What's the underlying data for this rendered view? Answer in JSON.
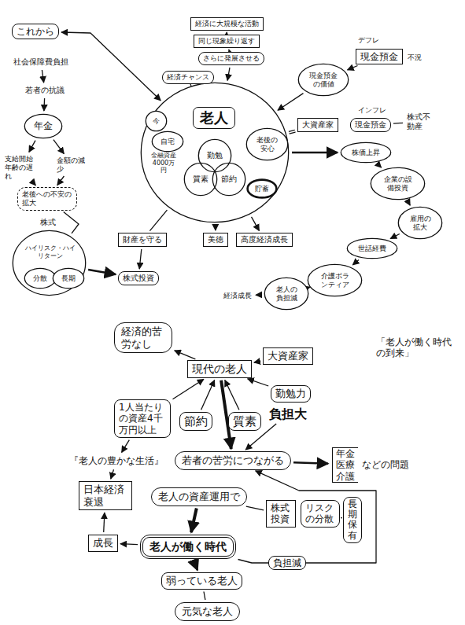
{
  "diagram": {
    "nodes": [
      {
        "text": [
          "これから"
        ]
      },
      {
        "text": [
          "社会保障費負担"
        ]
      },
      {
        "text": [
          "若者の抗議"
        ]
      },
      {
        "text": [
          "年金"
        ]
      },
      {
        "text": [
          "支給開始年齢の遅れ"
        ]
      },
      {
        "text": [
          "金額の減少"
        ]
      },
      {
        "text": [
          "老後への不安の拡大"
        ]
      },
      {
        "text": [
          "株式"
        ]
      },
      {
        "text": [
          "ハイリスク・ハイリターン"
        ],
        "in": 7
      },
      {
        "text": [
          "分散"
        ],
        "in": 7
      },
      {
        "text": [
          "長期"
        ],
        "in": 7
      },
      {
        "text": [
          "株式投資"
        ]
      },
      {
        "text": [
          "財産を守る"
        ]
      },
      {
        "text": [
          "老人"
        ]
      },
      {
        "text": [
          "自宅"
        ],
        "in": 13
      },
      {
        "text": [
          "金融資産4000万円"
        ],
        "in": 13
      },
      {
        "text": [
          "勤勉"
        ],
        "in": 13
      },
      {
        "text": [
          "質素"
        ],
        "in": 13
      },
      {
        "text": [
          "節約"
        ],
        "in": 13
      },
      {
        "text": [
          "貯蓄"
        ],
        "in": 13
      },
      {
        "text": [
          "老後の安心"
        ],
        "in": 13
      },
      {
        "text": [
          "今"
        ]
      },
      {
        "text": [
          "美徳"
        ]
      },
      {
        "text": [
          "高度経済成長"
        ]
      },
      {
        "text": [
          "大資産家"
        ]
      },
      {
        "text": [
          "経済チャンス"
        ]
      },
      {
        "text": [
          "経済に大規模な活動"
        ]
      },
      {
        "text": [
          "同じ現象繰り返す"
        ]
      },
      {
        "text": [
          "さらに発展させる"
        ]
      },
      {
        "text": [
          "現金預金の価値"
        ]
      },
      {
        "text": [
          "現金預金"
        ]
      },
      {
        "text": [
          "現金預金"
        ]
      },
      {
        "text": [
          "株式不動産"
        ]
      },
      {
        "text": [
          "株価上昇"
        ]
      },
      {
        "text": [
          "企業の設備投資"
        ]
      },
      {
        "text": [
          "雇用の拡大"
        ]
      },
      {
        "text": [
          "世話経費"
        ]
      },
      {
        "text": [
          "介護ボランティア"
        ]
      },
      {
        "text": [
          "老人の負担減"
        ]
      },
      {
        "text": [
          "経済成長"
        ]
      },
      {
        "text": [
          "経済的苦労なし"
        ]
      },
      {
        "text": [
          "現代の老人"
        ]
      },
      {
        "text": [
          "大資産家"
        ]
      },
      {
        "text": [
          "勤勉力"
        ]
      },
      {
        "text": [
          "1人当たりの資産4千万円以上"
        ]
      },
      {
        "text": [
          "節約"
        ]
      },
      {
        "text": [
          "質素"
        ]
      },
      {
        "text": [
          "負担大"
        ]
      },
      {
        "text": [
          "『老人の豊かな生活』"
        ]
      },
      {
        "text": [
          "若者の苦労につながる"
        ]
      },
      {
        "text": [
          "年金 医療 介護",
          "などの問題"
        ]
      },
      {
        "text": [
          "日本経済衰退"
        ]
      },
      {
        "text": [
          "老人の資産運用で"
        ]
      },
      {
        "text": [
          "株式投資"
        ]
      },
      {
        "text": [
          "リスクの分散"
        ]
      },
      {
        "text": [
          "長期保有"
        ]
      },
      {
        "text": [
          "老人が働く時代"
        ]
      },
      {
        "text": [
          "成長"
        ]
      },
      {
        "text": [
          "弱っている老人"
        ]
      },
      {
        "text": [
          "元気な老人"
        ]
      }
    ],
    "edges": [
      {
        "from": 0,
        "to": 13,
        "arrow": "both"
      },
      {
        "from": 1,
        "to": 2,
        "arrow": "to"
      },
      {
        "from": 2,
        "to": 3,
        "arrow": "to"
      },
      {
        "from": 3,
        "to": 4,
        "arrow": "to"
      },
      {
        "from": 3,
        "to": 5,
        "arrow": "to"
      },
      {
        "from": 4,
        "to": 6,
        "arrow": "to"
      },
      {
        "from": 5,
        "to": 6,
        "arrow": "to"
      },
      {
        "from": 6,
        "to": 7,
        "arrow": "none"
      },
      {
        "from": 7,
        "to": 11,
        "arrow": "to"
      },
      {
        "from": 13,
        "to": 12,
        "arrow": "none"
      },
      {
        "from": 12,
        "to": 11,
        "arrow": "to"
      },
      {
        "from": 13,
        "to": 22,
        "arrow": "to"
      },
      {
        "from": 13,
        "to": 23,
        "arrow": "to"
      },
      {
        "from": 13,
        "to": 24,
        "arrow": "none"
      },
      {
        "from": 13,
        "to": 25,
        "arrow": "none"
      },
      {
        "from": 26,
        "to": 27,
        "arrow": "to"
      },
      {
        "from": 27,
        "to": 28,
        "arrow": "to"
      },
      {
        "from": 28,
        "to": 13,
        "arrow": "to"
      },
      {
        "from": 30,
        "to": 29,
        "arrow": "to"
      },
      {
        "from": 29,
        "to": 13,
        "arrow": "to"
      },
      {
        "from": 31,
        "to": 32,
        "arrow": "none"
      },
      {
        "from": 13,
        "to": 33,
        "arrow": "to"
      },
      {
        "from": 33,
        "to": 34,
        "arrow": "to"
      },
      {
        "from": 34,
        "to": 35,
        "arrow": "to"
      },
      {
        "from": 35,
        "to": 36,
        "arrow": "to"
      },
      {
        "from": 36,
        "to": 37,
        "arrow": "to"
      },
      {
        "from": 37,
        "to": 38,
        "arrow": "to"
      },
      {
        "from": 38,
        "to": 39,
        "arrow": "to"
      },
      {
        "from": 41,
        "to": 40,
        "arrow": "to"
      },
      {
        "from": 42,
        "to": 41,
        "arrow": "to"
      },
      {
        "from": 43,
        "to": 41,
        "arrow": "to"
      },
      {
        "from": 44,
        "to": 41,
        "arrow": "to"
      },
      {
        "from": 45,
        "to": 41,
        "arrow": "to"
      },
      {
        "from": 46,
        "to": 41,
        "arrow": "to"
      },
      {
        "from": 44,
        "to": 48,
        "arrow": "to"
      },
      {
        "from": 41,
        "to": 49,
        "arrow": "to"
      },
      {
        "from": 47,
        "to": 49,
        "arrow": "to"
      },
      {
        "from": 49,
        "to": 50,
        "arrow": "to"
      },
      {
        "from": 48,
        "to": 51,
        "arrow": "to"
      },
      {
        "from": 52,
        "to": 56,
        "arrow": "to"
      },
      {
        "from": 52,
        "to": 53,
        "arrow": "none"
      },
      {
        "from": 53,
        "to": 54,
        "arrow": "none"
      },
      {
        "from": 54,
        "to": 55,
        "arrow": "none"
      },
      {
        "from": 56,
        "to": 57,
        "arrow": "to"
      },
      {
        "from": 57,
        "to": 51,
        "arrow": "to"
      },
      {
        "from": 56,
        "to": 58,
        "arrow": "to"
      },
      {
        "from": 58,
        "to": 59,
        "arrow": "none"
      },
      {
        "from": 56,
        "to": 49,
        "label": "負担減",
        "arrow": "to"
      }
    ],
    "labels": [
      "デフレ",
      "不況",
      "インフレ",
      "「老人が働く時代の到来」"
    ]
  }
}
